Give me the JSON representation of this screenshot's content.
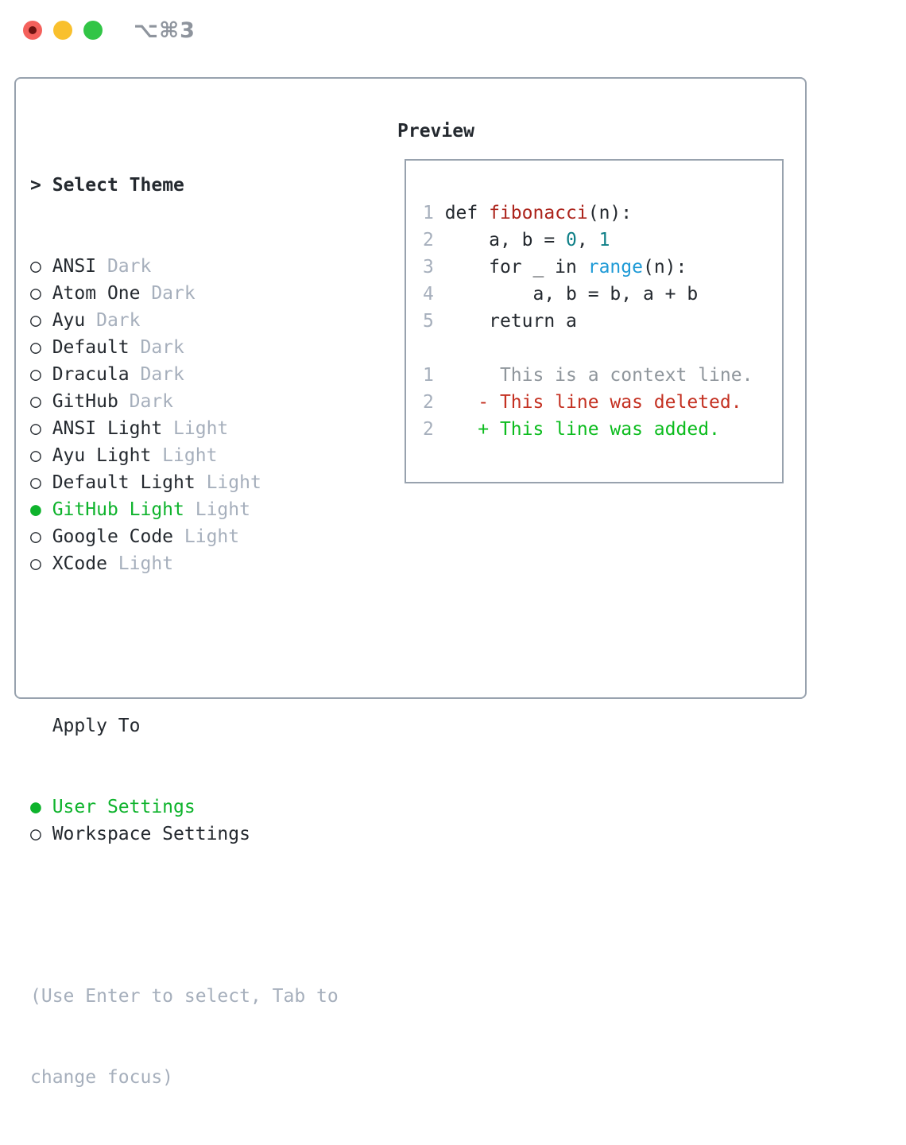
{
  "window": {
    "title": "⌥⌘3",
    "traffic_lights": [
      {
        "name": "close",
        "color": "#f4615c"
      },
      {
        "name": "minimize",
        "color": "#f9c02d"
      },
      {
        "name": "zoom",
        "color": "#31c546"
      }
    ]
  },
  "selector": {
    "prompt": ">",
    "title": "Select Theme",
    "items": [
      {
        "marker": "○",
        "name": "ANSI",
        "variant": "Dark",
        "selected": false
      },
      {
        "marker": "○",
        "name": "Atom One",
        "variant": "Dark",
        "selected": false
      },
      {
        "marker": "○",
        "name": "Ayu",
        "variant": "Dark",
        "selected": false
      },
      {
        "marker": "○",
        "name": "Default",
        "variant": "Dark",
        "selected": false
      },
      {
        "marker": "○",
        "name": "Dracula",
        "variant": "Dark",
        "selected": false
      },
      {
        "marker": "○",
        "name": "GitHub",
        "variant": "Dark",
        "selected": false
      },
      {
        "marker": "○",
        "name": "ANSI Light",
        "variant": "Light",
        "selected": false
      },
      {
        "marker": "○",
        "name": "Ayu Light",
        "variant": "Light",
        "selected": false
      },
      {
        "marker": "○",
        "name": "Default Light",
        "variant": "Light",
        "selected": false
      },
      {
        "marker": "●",
        "name": "GitHub Light",
        "variant": "Light",
        "selected": true
      },
      {
        "marker": "○",
        "name": "Google Code",
        "variant": "Light",
        "selected": false
      },
      {
        "marker": "○",
        "name": "XCode",
        "variant": "Light",
        "selected": false
      }
    ],
    "apply_to": {
      "title": "Apply To",
      "options": [
        {
          "marker": "●",
          "label": "User Settings",
          "selected": true
        },
        {
          "marker": "○",
          "label": "Workspace Settings",
          "selected": false
        }
      ]
    },
    "help_line1": "(Use Enter to select, Tab to",
    "help_line2": "change focus)"
  },
  "preview": {
    "title": "Preview",
    "lines": [
      {
        "segments": [
          {
            "t": "1 ",
            "c": "ln"
          },
          {
            "t": "def ",
            "c": "fg"
          },
          {
            "t": "fibonacci",
            "c": "fn"
          },
          {
            "t": "(n):",
            "c": "fg"
          }
        ]
      },
      {
        "segments": [
          {
            "t": "2 ",
            "c": "ln"
          },
          {
            "t": "    a, b = ",
            "c": "fg"
          },
          {
            "t": "0",
            "c": "num"
          },
          {
            "t": ", ",
            "c": "fg"
          },
          {
            "t": "1",
            "c": "num"
          }
        ]
      },
      {
        "segments": [
          {
            "t": "3 ",
            "c": "ln"
          },
          {
            "t": "    for _ in ",
            "c": "fg"
          },
          {
            "t": "range",
            "c": "bi"
          },
          {
            "t": "(n):",
            "c": "fg"
          }
        ]
      },
      {
        "segments": [
          {
            "t": "4 ",
            "c": "ln"
          },
          {
            "t": "        a, b = b, a + b",
            "c": "fg"
          }
        ]
      },
      {
        "segments": [
          {
            "t": "5 ",
            "c": "ln"
          },
          {
            "t": "    return a",
            "c": "fg"
          }
        ]
      },
      {
        "segments": []
      },
      {
        "segments": [
          {
            "t": "1",
            "c": "ln"
          },
          {
            "t": "      This is a context line.",
            "c": "ctx"
          }
        ]
      },
      {
        "segments": [
          {
            "t": "2",
            "c": "ln"
          },
          {
            "t": "    ",
            "c": "fg"
          },
          {
            "t": "- This line was deleted.",
            "c": "del"
          }
        ]
      },
      {
        "segments": [
          {
            "t": "2",
            "c": "ln"
          },
          {
            "t": "    ",
            "c": "fg"
          },
          {
            "t": "+ This line was added.",
            "c": "add"
          }
        ]
      }
    ]
  },
  "colors": {
    "text": "#24292f",
    "muted": "#a6afbc",
    "context": "#8f969c",
    "selected_green": "#0eb32c",
    "added_green": "#0cbc1e",
    "deleted_red": "#c43122",
    "function_red": "#ac241c",
    "number_teal": "#0e7f87",
    "builtin_blue": "#1e9ad6",
    "border": "#98a2ae"
  }
}
